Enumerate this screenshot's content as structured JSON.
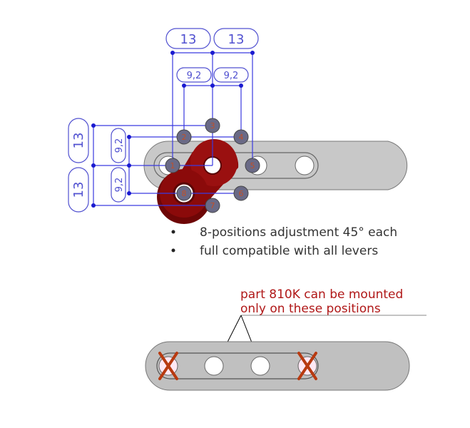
{
  "dimensions": {
    "top_outer": [
      "13",
      "13"
    ],
    "top_inner": [
      "9,2",
      "9,2"
    ],
    "left_outer": [
      "13",
      "13"
    ],
    "left_inner": [
      "9,2",
      "9,2"
    ]
  },
  "positions": [
    "1",
    "2",
    "3",
    "4",
    "5",
    "6",
    "7",
    "8"
  ],
  "bullets": [
    "8-positions adjustment 45° each",
    "full compatible with all levers"
  ],
  "note": {
    "line1": "part 810K can be mounted",
    "line2": "only on these positions"
  },
  "colors": {
    "dimension": "#3a3ae0",
    "part": "#8b0a0a",
    "lever": "#c8c8c8",
    "note": "#b01818",
    "cross": "#c0200c"
  }
}
